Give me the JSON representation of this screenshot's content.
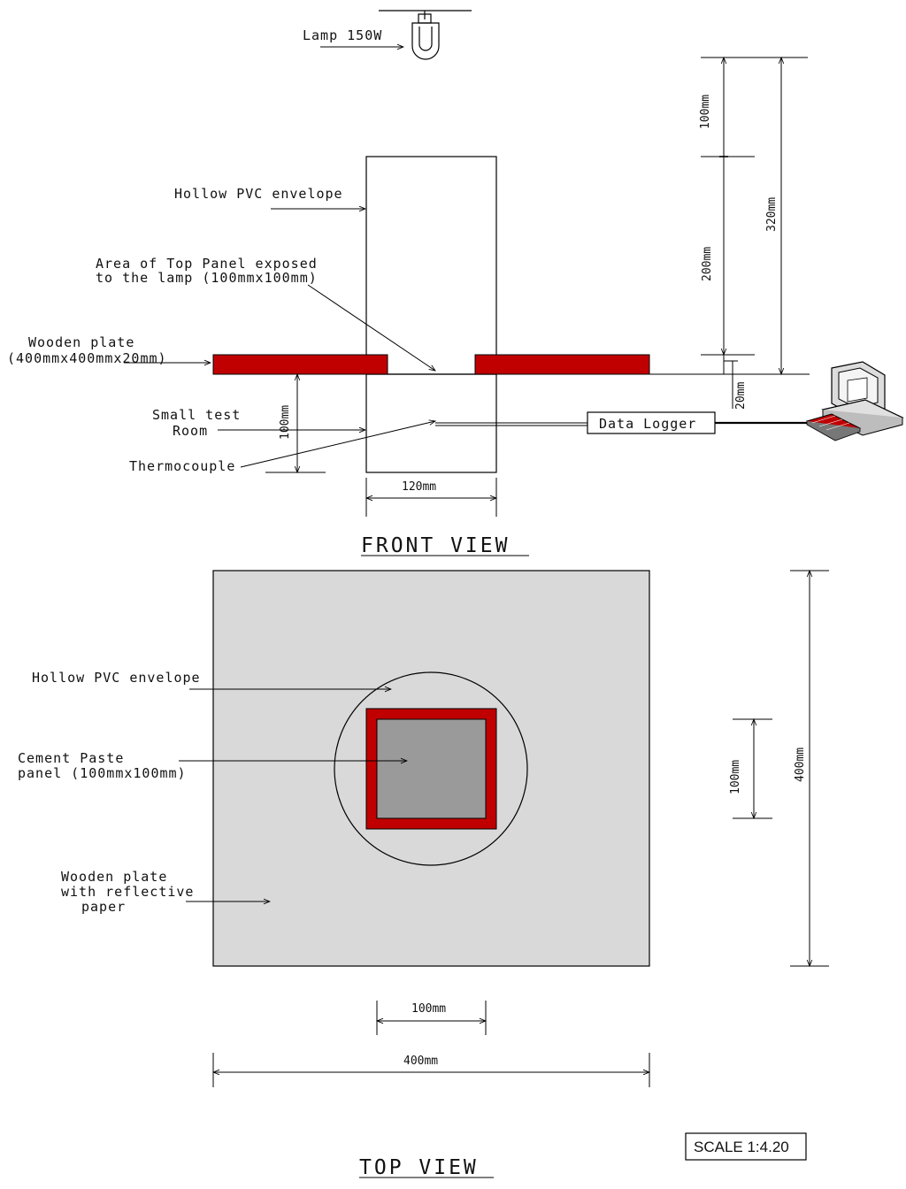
{
  "front_view": {
    "title": "FRONT VIEW",
    "lamp_label": "Lamp 150W",
    "envelope_label": "Hollow PVC envelope",
    "exposed_area_label": [
      "Area of Top Panel exposed",
      "to the lamp (100mmx100mm)"
    ],
    "wooden_plate_label": [
      "Wooden plate",
      "(400mmx400mmx20mm)"
    ],
    "test_room_label": [
      "Small test",
      "Room"
    ],
    "thermocouple_label": "Thermocouple",
    "data_logger_label": "Data Logger",
    "dims": {
      "room_height": "100mm",
      "room_width": "120mm",
      "upper_segment": "100mm",
      "middle_segment": "200mm",
      "overall_height": "320mm",
      "plate_thickness": "20mm"
    },
    "colors": {
      "plate": "#c00000",
      "room": "#9a9a9a",
      "envelope": "#ffffff"
    },
    "icons": [
      "lamp-icon",
      "computer-icon"
    ]
  },
  "top_view": {
    "title": "TOP VIEW",
    "envelope_label": "Hollow PVC envelope",
    "panel_label": [
      "Cement Paste",
      "panel (100mmx100mm)"
    ],
    "plate_label": [
      "Wooden plate",
      "with reflective",
      "paper"
    ],
    "dims": {
      "panel_width": "100mm",
      "plate_width": "400mm",
      "panel_height": "100mm",
      "plate_height": "400mm"
    },
    "colors": {
      "plate": "#d9d9d9",
      "panel_border": "#c00000",
      "panel_fill": "#9a9a9a"
    }
  },
  "scale_label": "SCALE 1:4.20"
}
